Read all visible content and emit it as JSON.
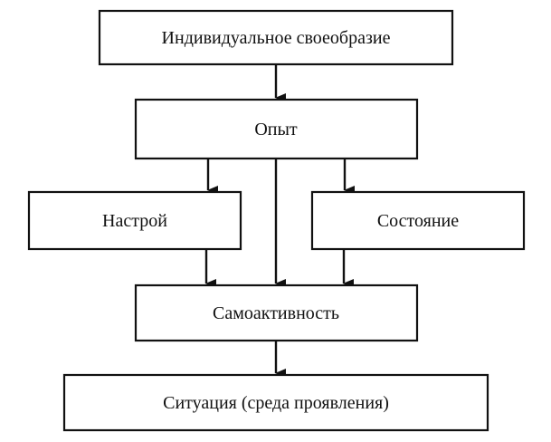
{
  "diagram": {
    "nodes": {
      "individual": {
        "label": "Индивидуальное своеобразие"
      },
      "experience": {
        "label": "Опыт"
      },
      "mood": {
        "label": "Настрой"
      },
      "state": {
        "label": "Состояние"
      },
      "self_activity": {
        "label": "Самоактивность"
      },
      "situation": {
        "label": "Ситуация (среда проявления)"
      }
    },
    "edges": [
      {
        "from": "individual",
        "to": "experience"
      },
      {
        "from": "experience",
        "to": "mood"
      },
      {
        "from": "experience",
        "to": "self_activity"
      },
      {
        "from": "experience",
        "to": "state"
      },
      {
        "from": "mood",
        "to": "self_activity"
      },
      {
        "from": "state",
        "to": "self_activity"
      },
      {
        "from": "self_activity",
        "to": "situation"
      }
    ],
    "colors": {
      "stroke": "#111111",
      "background": "#ffffff"
    }
  }
}
